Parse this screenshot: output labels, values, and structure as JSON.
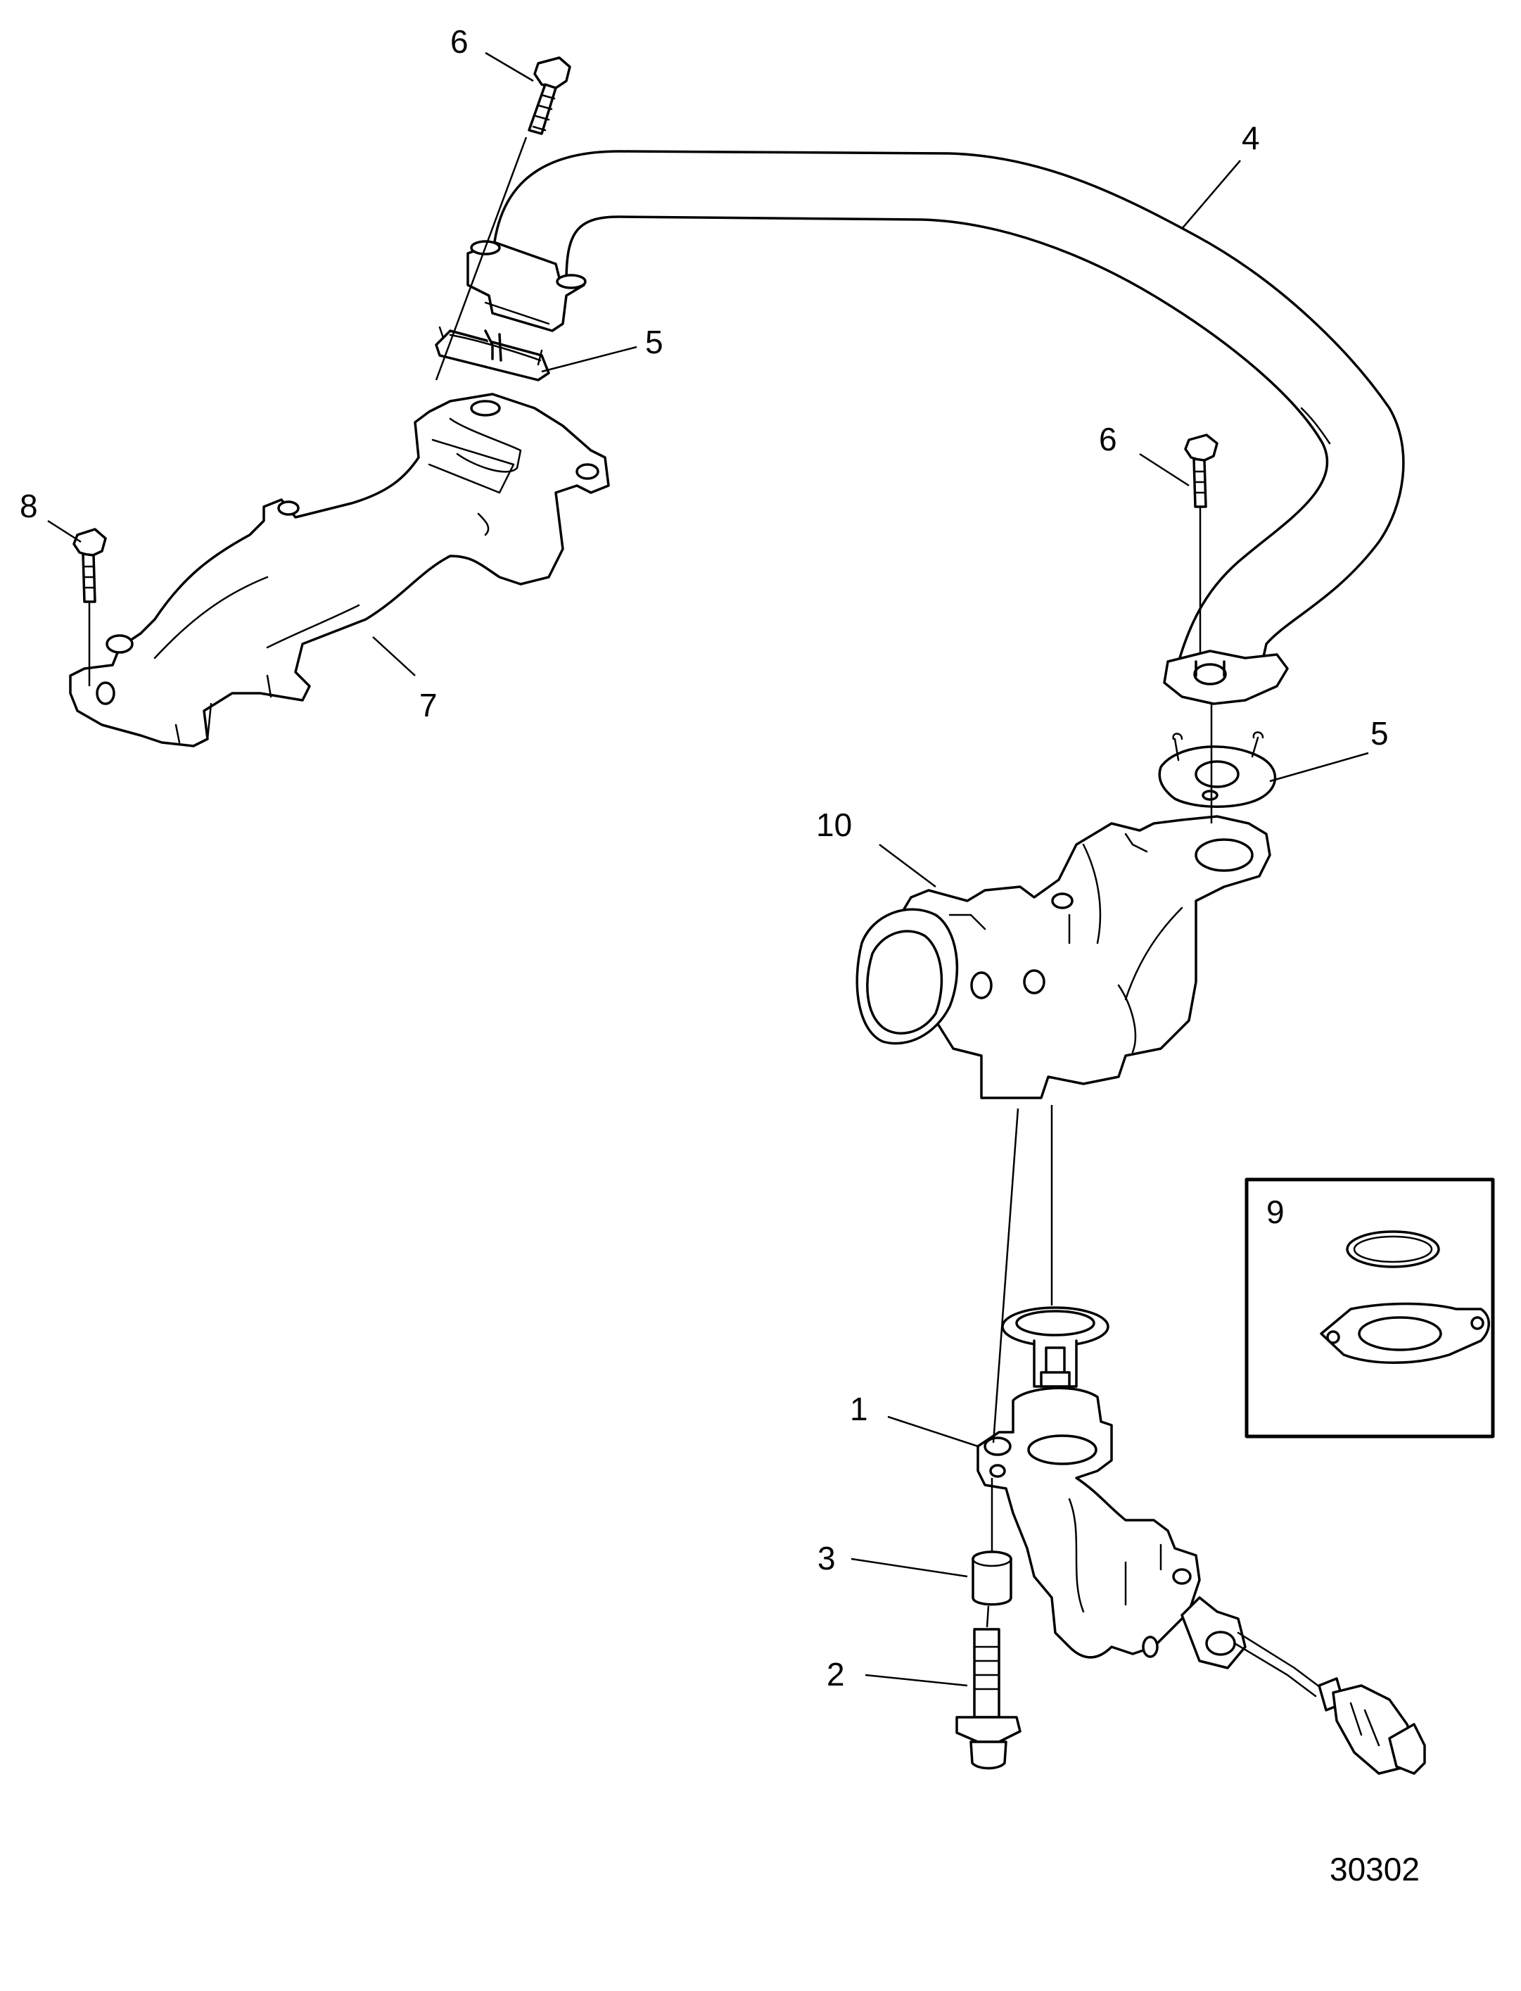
{
  "callouts": [
    {
      "id": "1",
      "label": "1"
    },
    {
      "id": "2",
      "label": "2"
    },
    {
      "id": "3",
      "label": "3"
    },
    {
      "id": "4",
      "label": "4"
    },
    {
      "id": "5a",
      "label": "5"
    },
    {
      "id": "5b",
      "label": "5"
    },
    {
      "id": "6a",
      "label": "6"
    },
    {
      "id": "6b",
      "label": "6"
    },
    {
      "id": "7",
      "label": "7"
    },
    {
      "id": "8",
      "label": "8"
    },
    {
      "id": "9",
      "label": "9"
    },
    {
      "id": "10",
      "label": "10"
    }
  ],
  "drawing_number": "30302",
  "colors": {
    "line": "#000000",
    "background": "#ffffff"
  }
}
